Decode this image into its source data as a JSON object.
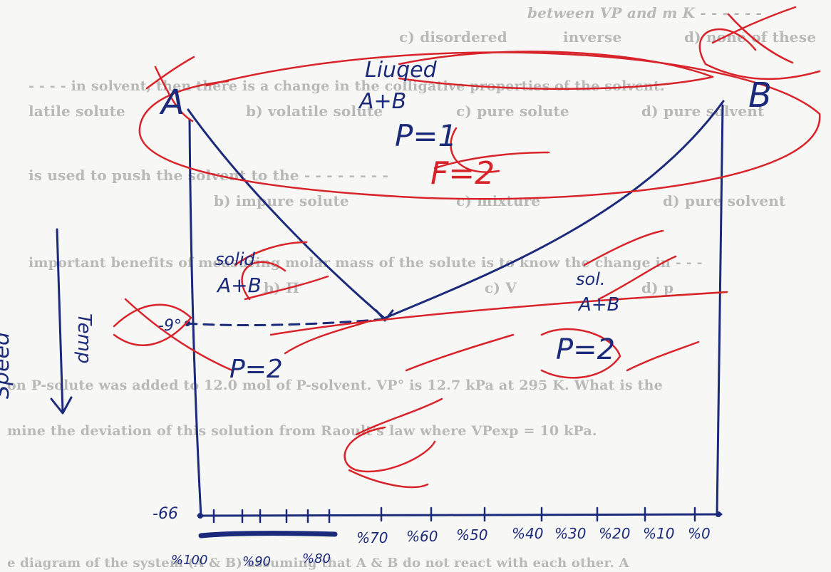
{
  "print_lines": [
    {
      "id": "line-1",
      "text": "between VP and m K - - - - - -"
    },
    {
      "id": "line-2a",
      "text": "inverse"
    },
    {
      "id": "line-2b",
      "text": "c) disordered"
    },
    {
      "id": "line-2c",
      "text": "d) none of these"
    },
    {
      "id": "line-3",
      "text": "- - - - in solvent, then there is a change in the colligative properties of the solvent."
    },
    {
      "id": "line-4a",
      "text": "latile solute"
    },
    {
      "id": "line-4b",
      "text": "b) volatile solute"
    },
    {
      "id": "line-4c",
      "text": "c) pure solute"
    },
    {
      "id": "line-4d",
      "text": "d) pure solvent"
    },
    {
      "id": "line-5",
      "text": "is used to push the solvent to the - - - - - - - -"
    },
    {
      "id": "line-6a",
      "text": "b) impure solute"
    },
    {
      "id": "line-6b",
      "text": "c) mixture"
    },
    {
      "id": "line-6c",
      "text": "d) pure solvent"
    },
    {
      "id": "line-7",
      "text": "important benefits of measuring molar mass of the solute is to know the change in - - -"
    },
    {
      "id": "line-8a",
      "text": "b) Π"
    },
    {
      "id": "line-8b",
      "text": "c) V"
    },
    {
      "id": "line-8c",
      "text": "d) p"
    },
    {
      "id": "line-9",
      "text": "on P-solute was added to 12.0 mol of P-solvent. VP° is 12.7 kPa at 295 K. What is the"
    },
    {
      "id": "line-10",
      "text": "mine the deviation of this solution from Raoult's law where VPexp = 10 kPa."
    },
    {
      "id": "line-11",
      "text": "e diagram of the system (A & B) assuming that A & B do not react with each other. A"
    }
  ],
  "handwriting": {
    "label_a": "A",
    "label_b": "B",
    "liquid_label": "Liuqed",
    "liquid_comp": "A+B",
    "p1": "P=1",
    "f2": "F=2",
    "solid_left": "solid",
    "solid_left_comp": "A+B",
    "solid_right": "sol.",
    "solid_right_comp": "A+B",
    "p2_left": "P=2",
    "p2_right": "P=2",
    "temp_mark": "-9°",
    "y_axis_label": "Temp",
    "side_label": "Speed",
    "axis_start": "-66",
    "x_ticks_upper": [
      "%70",
      "%60",
      "%50",
      "%40",
      "%30",
      "%20",
      "%10",
      "%0"
    ],
    "x_ticks_lower": [
      "%100",
      "%90",
      "%80"
    ]
  },
  "colors": {
    "print": "#b9b9b9",
    "blue_ink": "#1b2a7a",
    "red_ink": "#d8232a",
    "paper": "#f7f7f5"
  }
}
